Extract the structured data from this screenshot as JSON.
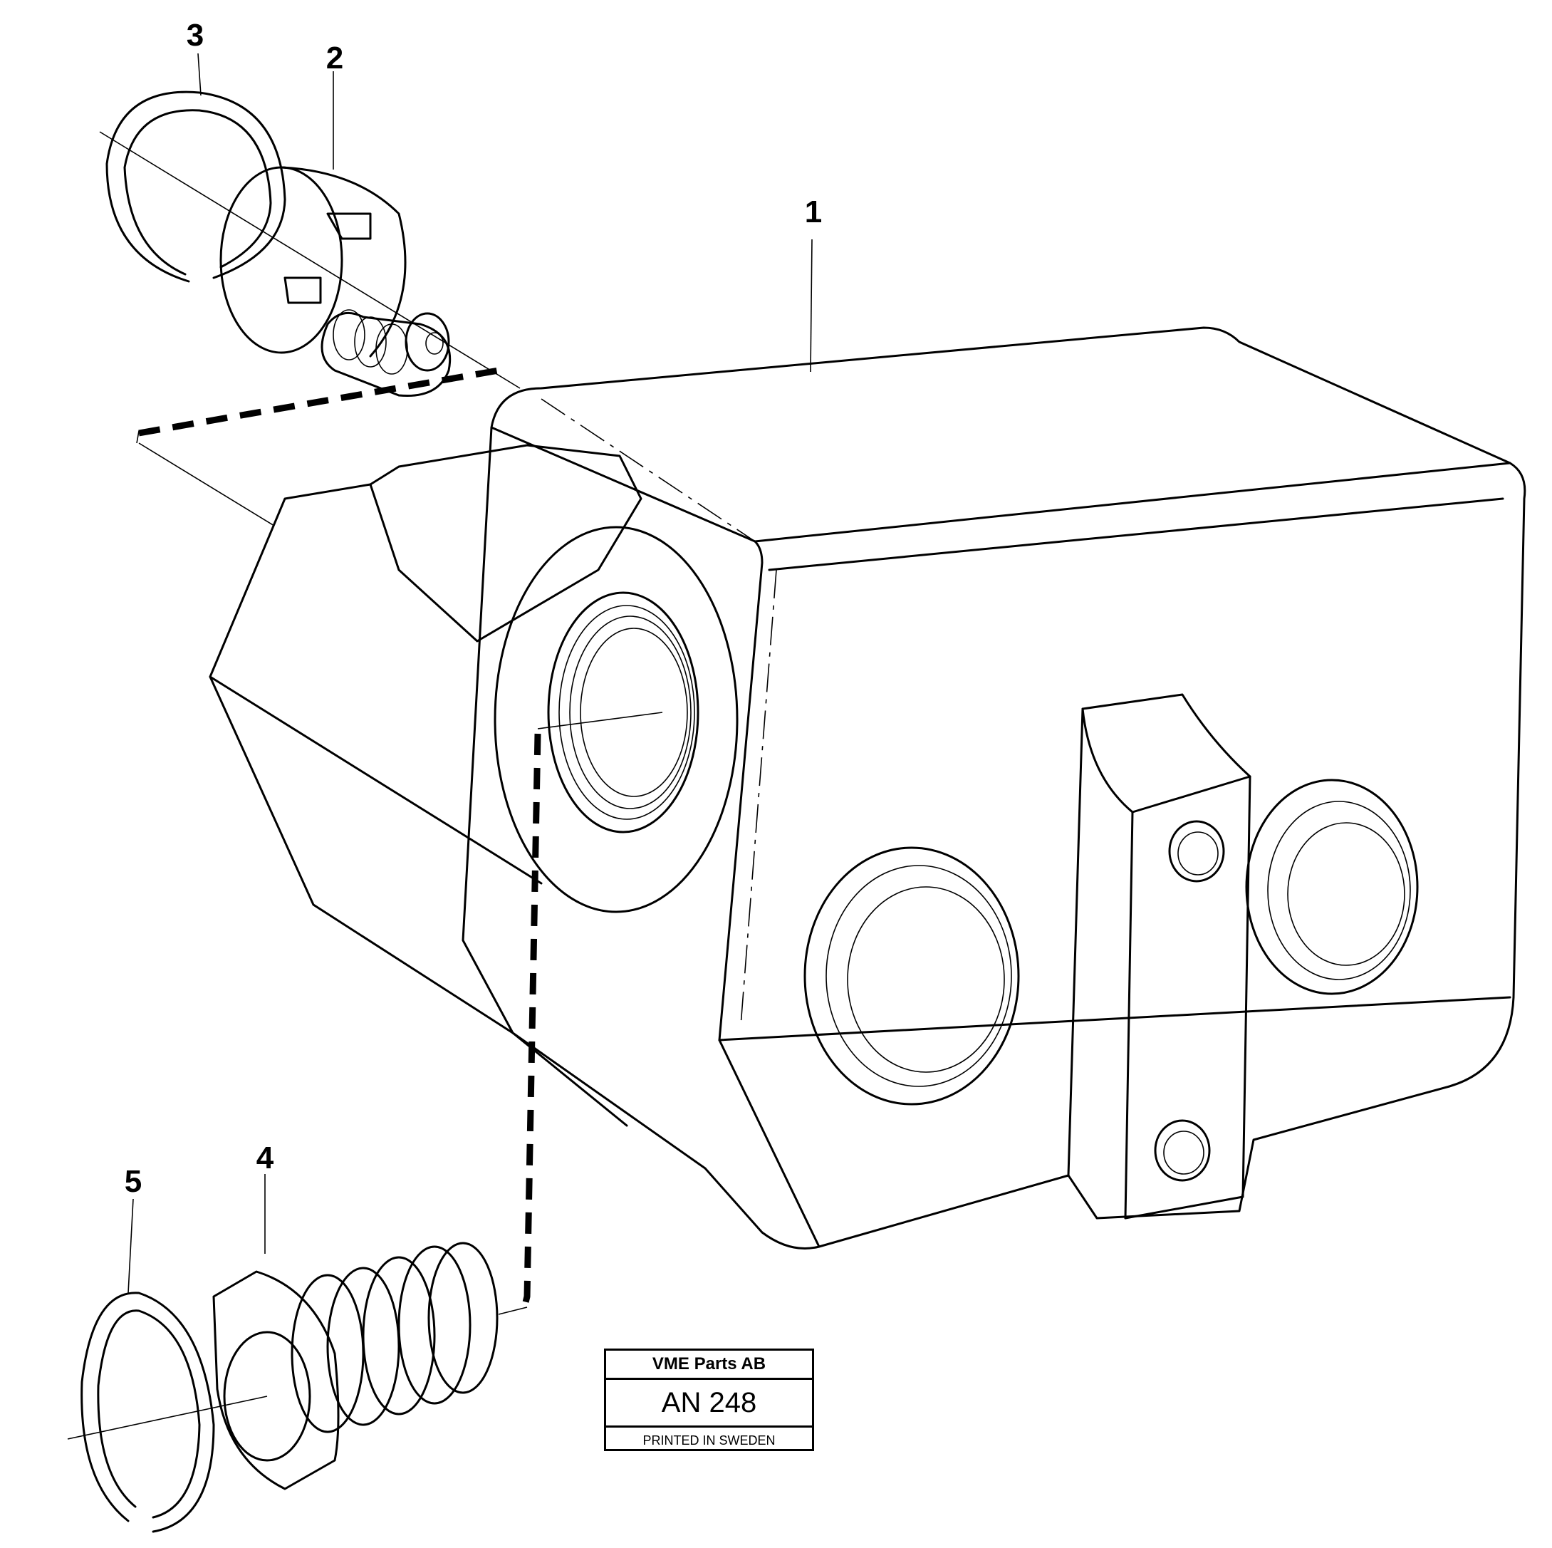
{
  "callouts": {
    "c1": "1",
    "c2": "2",
    "c3": "3",
    "c4": "4",
    "c5": "5"
  },
  "stamp": {
    "company": "VME Parts AB",
    "code": "AN 248",
    "printed": "PRINTED IN SWEDEN"
  },
  "colors": {
    "line": "#000000",
    "background": "#ffffff"
  }
}
